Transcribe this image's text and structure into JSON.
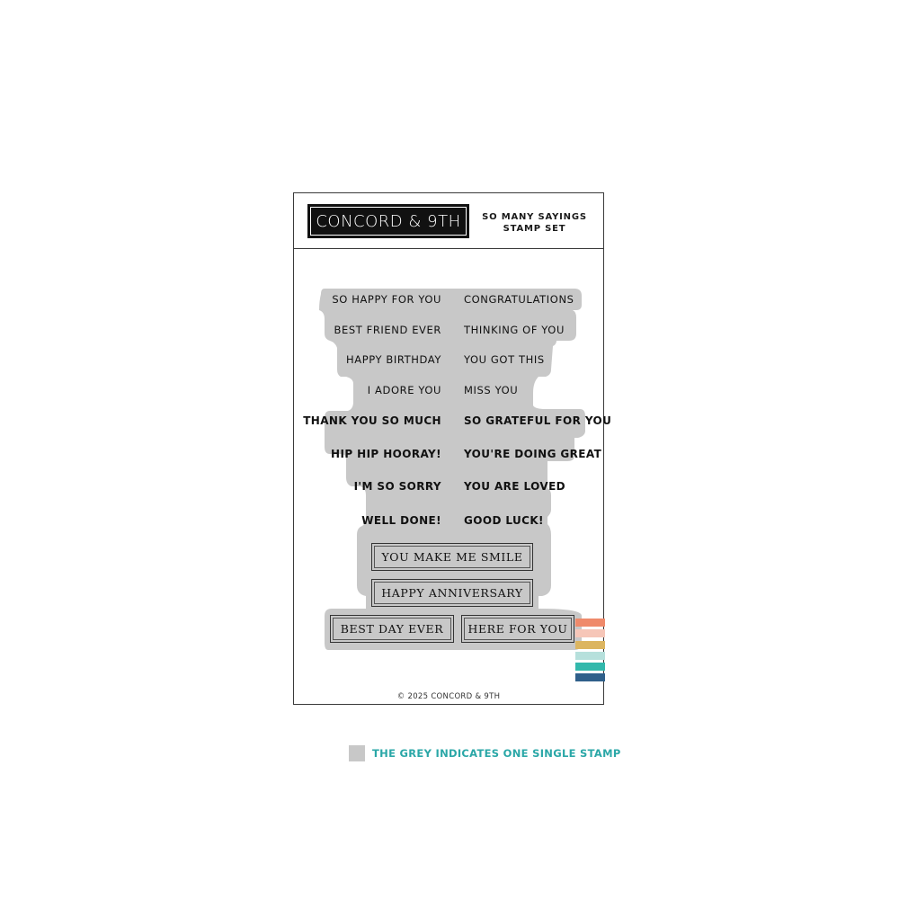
{
  "brand": {
    "logo_text": "CONCORD & 9TH"
  },
  "product": {
    "title_line1": "SO MANY SAYINGS",
    "title_line2": "STAMP SET"
  },
  "sayings_left": [
    "SO HAPPY FOR YOU",
    "BEST FRIEND EVER",
    "HAPPY BIRTHDAY",
    "I ADORE YOU",
    "THANK YOU SO MUCH",
    "HIP HIP HOORAY!",
    "I'M SO SORRY",
    "WELL DONE!"
  ],
  "sayings_right": [
    "CONGRATULATIONS",
    "THINKING OF YOU",
    "YOU GOT THIS",
    "MISS YOU",
    "SO GRATEFUL FOR YOU",
    "YOU'RE DOING GREAT",
    "YOU ARE LOVED",
    "GOOD LUCK!"
  ],
  "boxed_sayings": {
    "smile": "YOU MAKE ME SMILE",
    "anniversary": "HAPPY ANNIVERSARY",
    "best_day": "BEST DAY EVER",
    "here_for_you": "HERE FOR YOU"
  },
  "copyright": "© 2025 CONCORD & 9TH",
  "legend": {
    "text": "THE GREY INDICATES ONE SINGLE STAMP"
  },
  "colors": {
    "stamp_grey": "#c8c8c8",
    "legend_text": "#2aa7a7",
    "stripes": [
      "#ef8a6b",
      "#f6c6b8",
      "#dcb560",
      "#b6e0dc",
      "#33b8ac",
      "#2f5f8a"
    ]
  }
}
